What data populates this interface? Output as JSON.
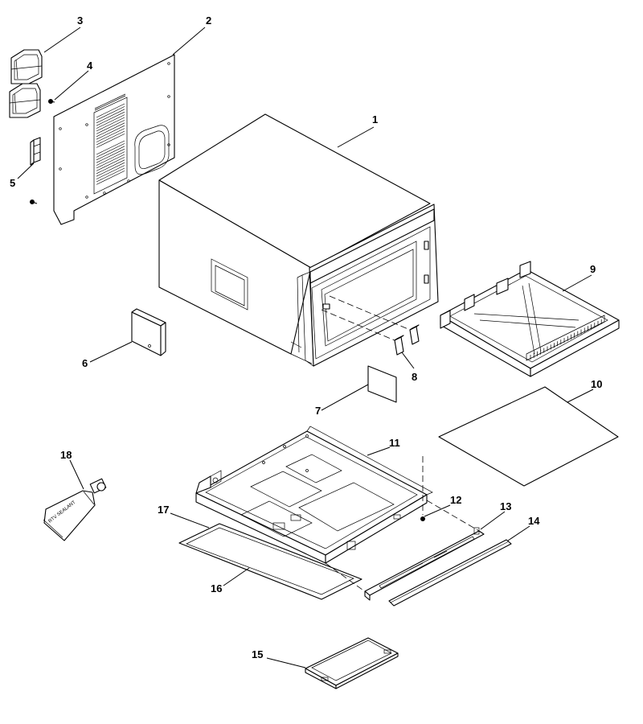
{
  "callouts": [
    {
      "id": "1",
      "text": "1"
    },
    {
      "id": "2",
      "text": "2"
    },
    {
      "id": "3",
      "text": "3"
    },
    {
      "id": "4",
      "text": "4"
    },
    {
      "id": "5",
      "text": "5"
    },
    {
      "id": "6",
      "text": "6"
    },
    {
      "id": "7",
      "text": "7"
    },
    {
      "id": "8",
      "text": "8"
    },
    {
      "id": "9",
      "text": "9"
    },
    {
      "id": "10",
      "text": "10"
    },
    {
      "id": "11",
      "text": "11"
    },
    {
      "id": "12",
      "text": "12"
    },
    {
      "id": "13",
      "text": "13"
    },
    {
      "id": "14",
      "text": "14"
    },
    {
      "id": "15",
      "text": "15"
    },
    {
      "id": "16",
      "text": "16"
    },
    {
      "id": "17",
      "text": "17"
    },
    {
      "id": "18",
      "text": "18"
    }
  ],
  "sealant_tube": {
    "text": "RTV SEALANT"
  }
}
